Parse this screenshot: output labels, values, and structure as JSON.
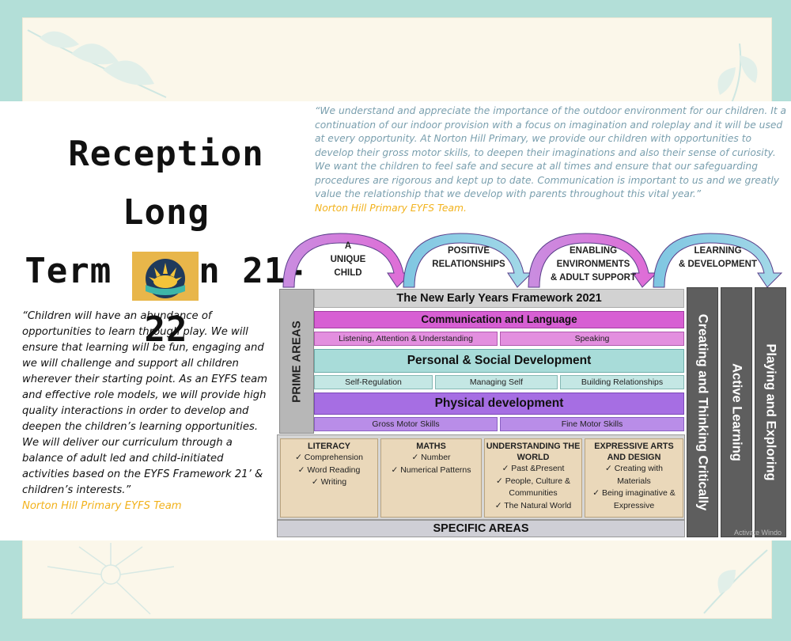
{
  "title": {
    "line1": "Reception Long",
    "line2": "Term Plan 21-22"
  },
  "colors": {
    "background": "#b3dfd8",
    "paper": "#fbf7ea",
    "author": "#f2b21c",
    "quote_blue": "#7a9fae",
    "pink_band": "#d75fd3",
    "teal_band": "#a8dcd9",
    "purple_band": "#a66ee3",
    "spec_tan": "#ead8ba",
    "char_grey": "#5e5e5e"
  },
  "left_quote": {
    "text": "“Children will have an abundance of opportunities to learn through play. We will ensure that learning will be fun, engaging and we will challenge and support all children wherever their starting point. As an EYFS team and effective role models, we will provide high quality interactions in order to develop and deepen the children’s learning opportunities. We will deliver our curriculum through a balance of adult led and child-initiated activities based on the EYFS Framework 21’ & children’s interests.”",
    "author": "Norton Hill Primary EYFS Team"
  },
  "right_quote": {
    "text": "“We understand and appreciate the importance of the outdoor environment for our children. It a continuation of our indoor provision with a focus on imagination and roleplay and it will be used at every opportunity. At Norton Hill Primary, we provide our children with opportunities to develop their gross motor skills, to deepen their imaginations and also their sense of curiosity. We want the children to feel safe and secure at all times and ensure that our safeguarding procedures are rigorous and kept up to date. Communication is important to us and we greatly value the relationship that we develop with parents throughout this vital year.”",
    "author": "Norton Hill Primary EYFS Team."
  },
  "arrows": {
    "unique_child": "A\nUNIQUE\nCHILD",
    "positive_relationships": "POSITIVE\nRELATIONSHIPS",
    "enabling_environments": "ENABLING\nENVIRONMENTS\n& ADULT SUPPORT",
    "learning_development": "LEARNING\n& DEVELOPMENT"
  },
  "framework": {
    "header": "The New Early Years Framework 2021",
    "prime_label": "PRIME AREAS",
    "comm_lang": "Communication and Language",
    "comm_subs": [
      "Listening, Attention & Understanding",
      "Speaking"
    ],
    "psd": "Personal & Social Development",
    "psd_subs": [
      "Self-Regulation",
      "Managing Self",
      "Building Relationships"
    ],
    "physical": "Physical development",
    "physical_subs": [
      "Gross Motor Skills",
      "Fine Motor Skills"
    ],
    "specific_label": "SPECIFIC AREAS",
    "specific": [
      {
        "title": "LITERACY",
        "items": [
          "✓ Comprehension",
          "✓ Word Reading",
          "✓ Writing"
        ]
      },
      {
        "title": "MATHS",
        "items": [
          "✓ Number",
          "✓ Numerical Patterns"
        ]
      },
      {
        "title": "UNDERSTANDING THE WORLD",
        "items": [
          "✓ Past &Present",
          "✓ People, Culture &",
          "Communities",
          "✓ The Natural World"
        ]
      },
      {
        "title": "EXPRESSIVE ARTS AND DESIGN",
        "items": [
          "✓ Creating with",
          "Materials",
          "✓ Being imaginative &",
          "Expressive"
        ]
      }
    ],
    "characteristics": [
      "Creating and Thinking Critically",
      "Active Learning",
      "Playing and Exploring"
    ]
  },
  "watermark": "Activate Windo"
}
